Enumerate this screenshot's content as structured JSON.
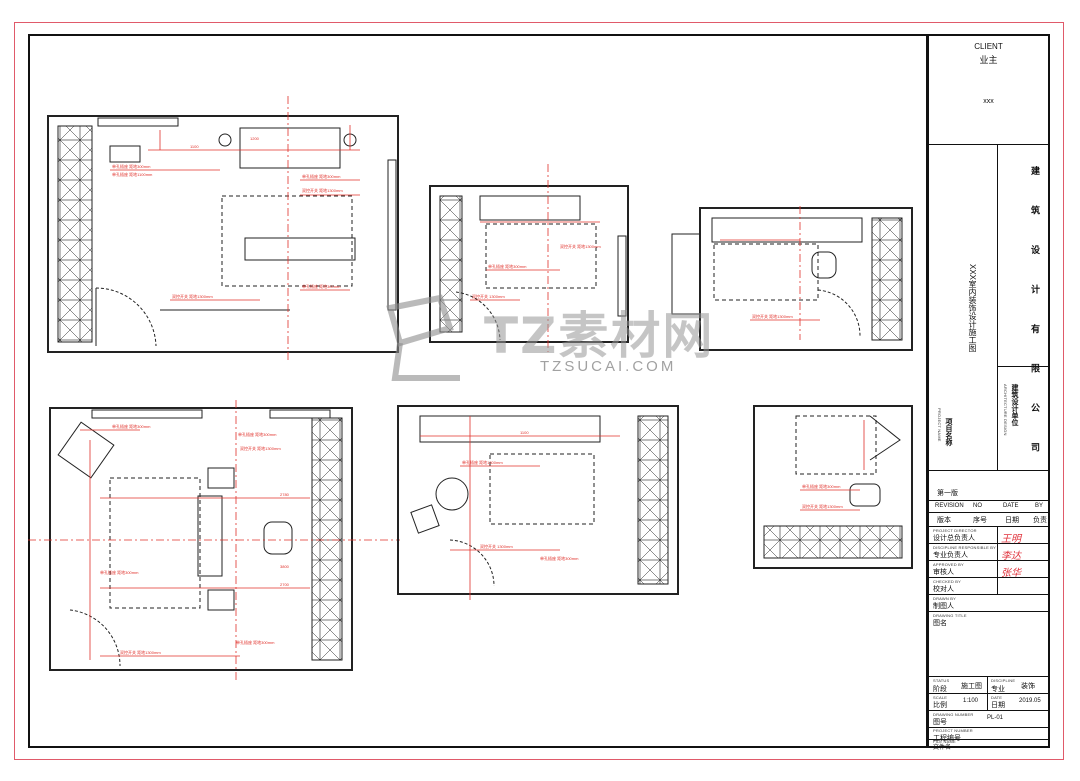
{
  "client": {
    "label_en": "CLIENT",
    "label_cn": "业主",
    "name": "xxx"
  },
  "project_title": "XXX室内装饰设计施工图",
  "company_name": "建 筑 设 计 有 限 公 司",
  "project_name": {
    "label_en": "PROJECT NAME",
    "label_cn": "项目名称"
  },
  "design_unit": {
    "label_en": "ARCHITECTURE DESIGN",
    "label_cn": "建筑设计单位"
  },
  "revision": {
    "first_edition": "第一版",
    "headers_en": [
      "REVISION",
      "NO",
      "DATE",
      "BY"
    ],
    "headers_cn": [
      "版本",
      "序号",
      "日期",
      "负责"
    ]
  },
  "roles": [
    {
      "en": "PROJECT DIRECTOR",
      "cn": "设计总负责人",
      "signature": "王明"
    },
    {
      "en": "DISCIPLINE RESPONSIBLE BY",
      "cn": "专业负责人",
      "signature": "李达"
    },
    {
      "en": "APPROVED BY",
      "cn": "审核人",
      "signature": "张华"
    },
    {
      "en": "CHECKED BY",
      "cn": "校对人",
      "signature": ""
    },
    {
      "en": "DRAWN BY",
      "cn": "制图人",
      "signature": ""
    }
  ],
  "drawing_title": {
    "label_en": "DRAWING TITLE",
    "label_cn": "图名"
  },
  "meta": {
    "status_en": "STATUS",
    "status_cn": "阶段",
    "status_value": "施工图",
    "discipline_en": "DISCIPLINE",
    "discipline_cn": "专业",
    "discipline_value": "装饰",
    "scale_en": "SCALE",
    "scale_cn": "比例",
    "scale_value": "1:100",
    "date_en": "DATE",
    "date_cn": "日期",
    "date_value": "2019.05",
    "drawing_no_en": "DRAWING NUMBER",
    "drawing_no_cn": "图号",
    "drawing_no_value": "PL-01",
    "project_no_en": "PROJECT NUMBER",
    "project_no_cn": "工程编号",
    "file_en": "FILE NAME",
    "file_cn": "文件名"
  },
  "watermark": {
    "cn": "TZ素材网",
    "en": "TZSUCAI.COM"
  },
  "colors": {
    "line": "#111111",
    "annotation": "#e0302a",
    "border": "#e05a6a",
    "watermark": "#9a9a9a"
  }
}
